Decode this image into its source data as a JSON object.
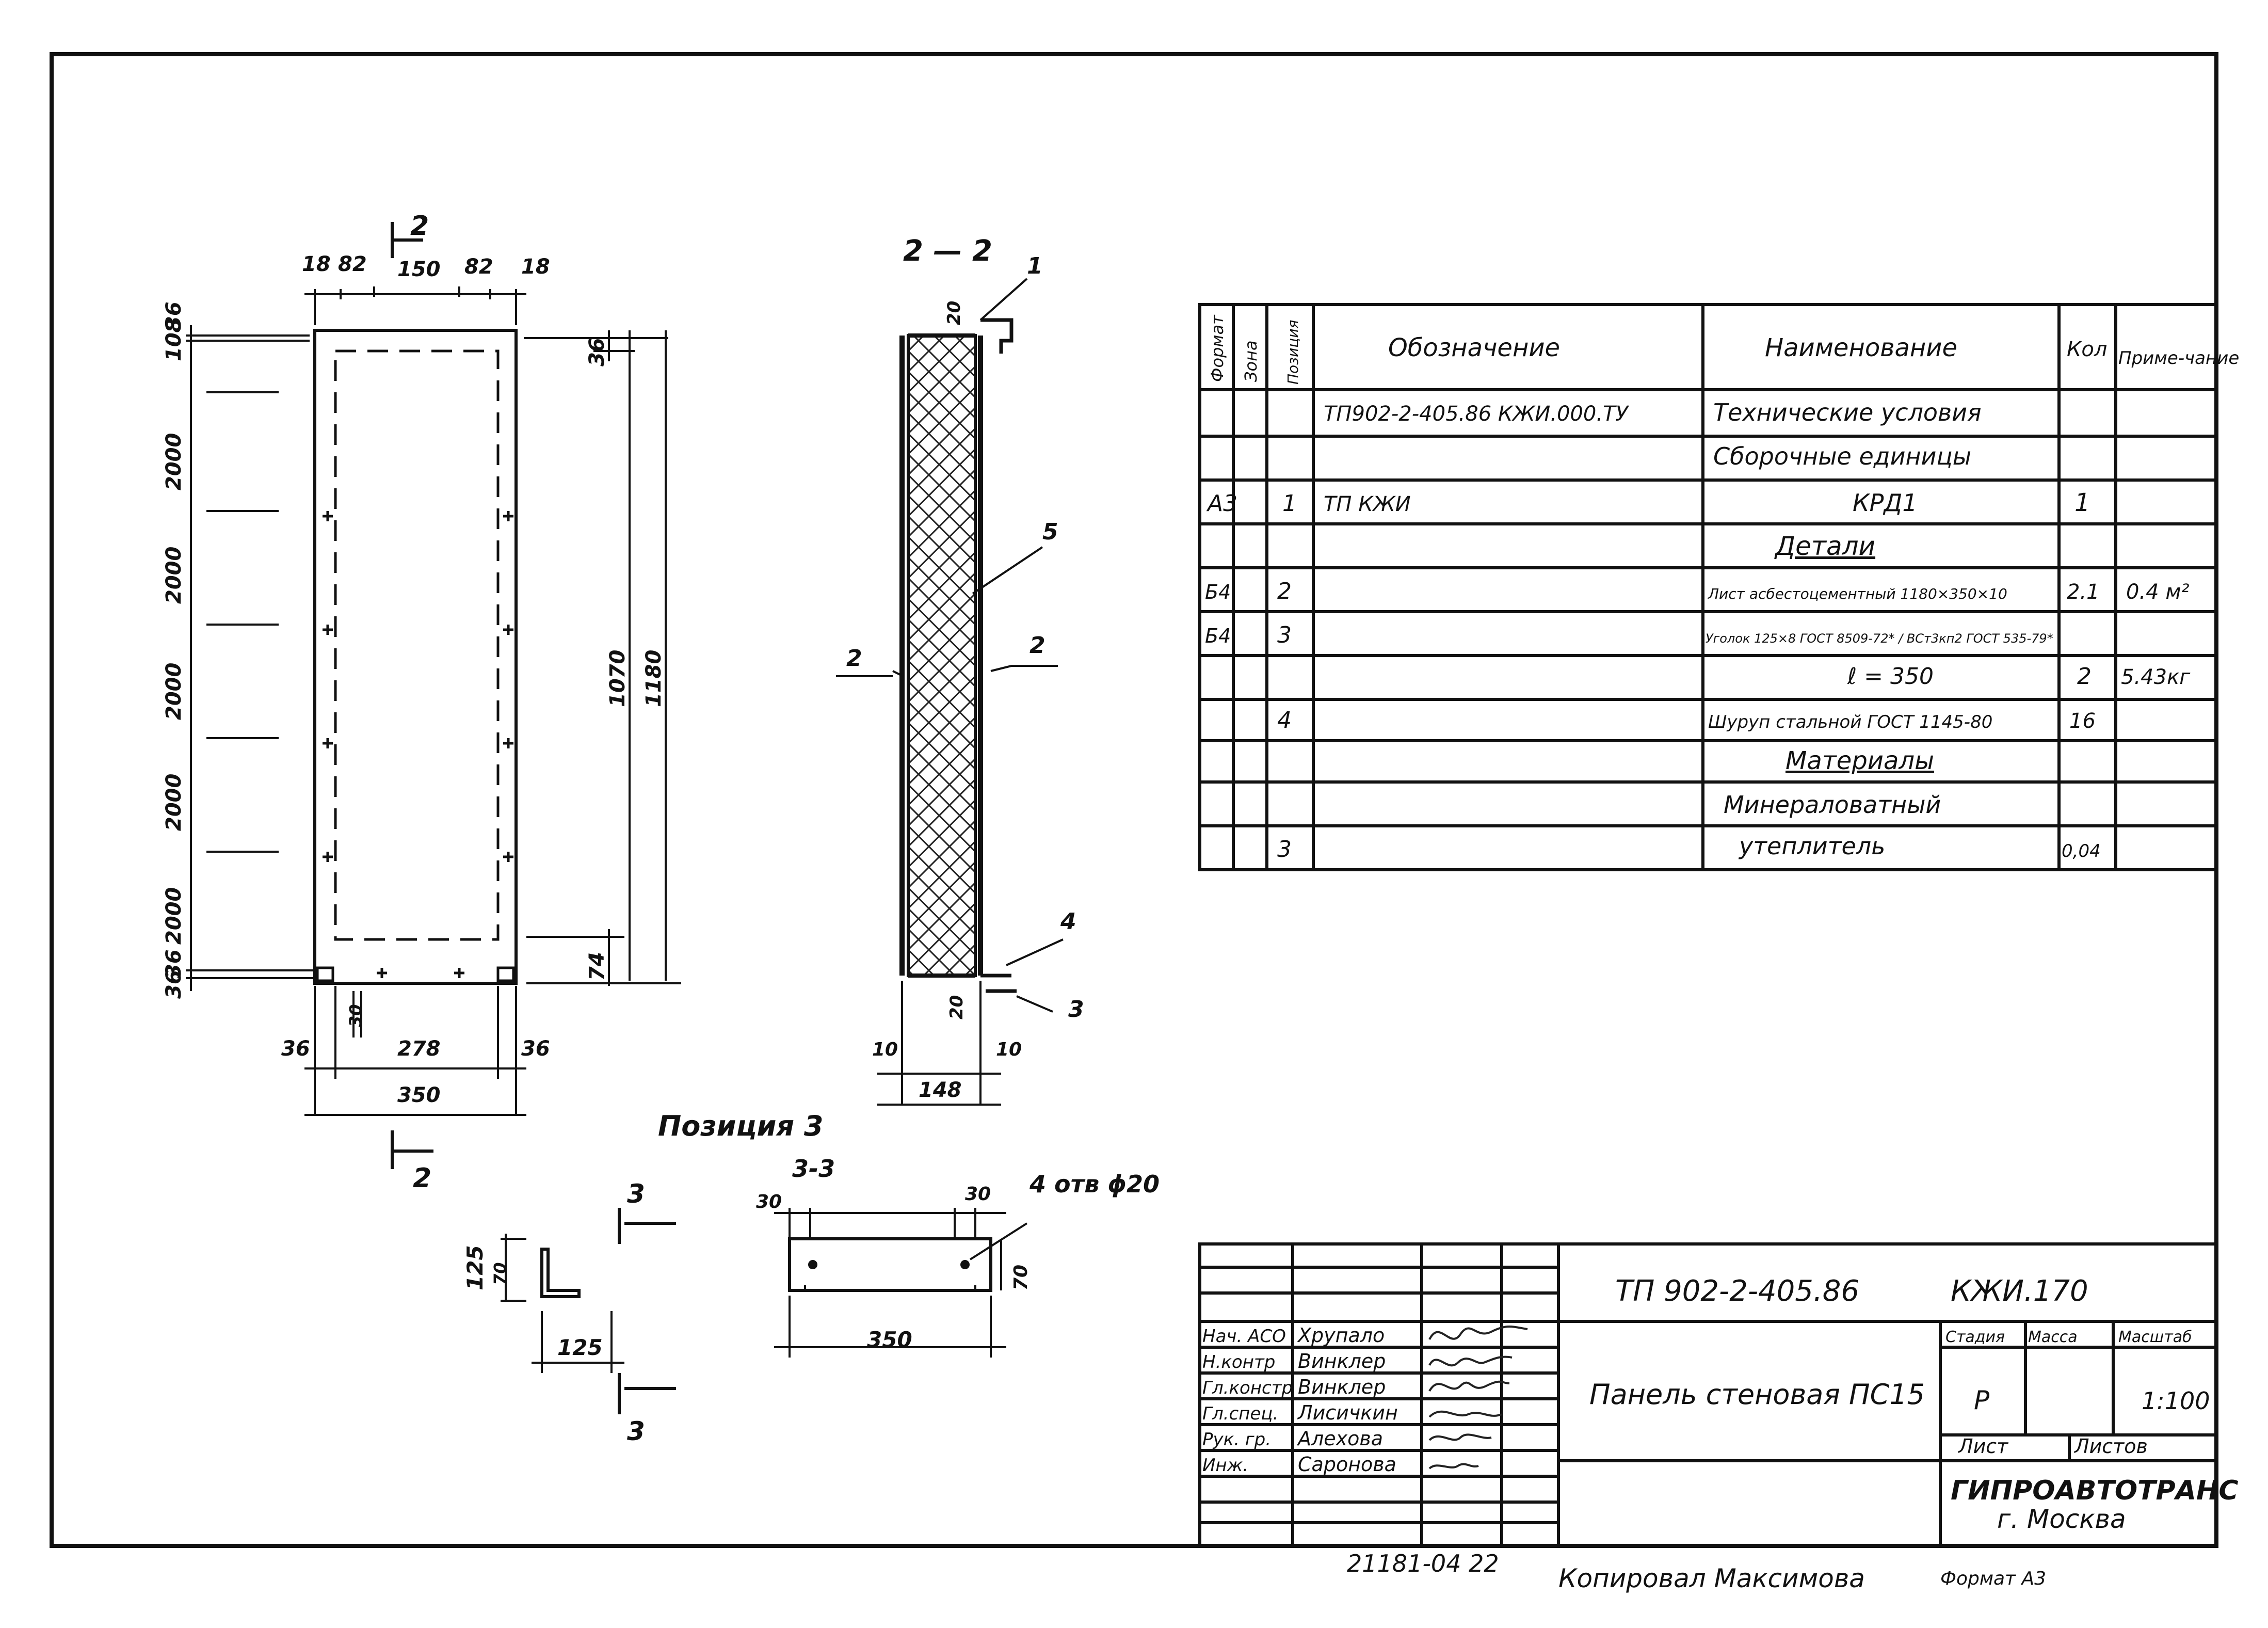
{
  "spec_table": {
    "headers": {
      "format": "Формат",
      "zone": "Зона",
      "position": "Позиция",
      "designation": "Обозначение",
      "name": "Наименование",
      "qty": "Кол",
      "note": "Приме-чание"
    },
    "rows": [
      {
        "format": "",
        "zone": "",
        "pos": "",
        "designation": "ТП902-2-405.86 КЖИ.000.ТУ",
        "name": "Технические условия",
        "qty": "",
        "note": ""
      },
      {
        "format": "",
        "zone": "",
        "pos": "",
        "designation": "",
        "name": "Сборочные единицы",
        "qty": "",
        "note": ""
      },
      {
        "format": "А3",
        "zone": "",
        "pos": "1",
        "designation": "ТП КЖИ",
        "name": "КРД1",
        "qty": "1",
        "note": ""
      },
      {
        "format": "",
        "zone": "",
        "pos": "",
        "designation": "",
        "name": "Детали",
        "qty": "",
        "note": ""
      },
      {
        "format": "Б4",
        "zone": "",
        "pos": "2",
        "designation": "",
        "name": "Лист асбестоцементный 1180×350×10",
        "qty": "2.1",
        "note": "0.4 м²"
      },
      {
        "format": "Б4",
        "zone": "",
        "pos": "3",
        "designation": "",
        "name": "Уголок 125×8 ГОСТ 8509-72* / ВСт3кп2 ГОСТ 535-79*",
        "qty": "",
        "note": ""
      },
      {
        "format": "",
        "zone": "",
        "pos": "",
        "designation": "",
        "name": "ℓ = 350",
        "qty": "2",
        "note": "5.43кг"
      },
      {
        "format": "",
        "zone": "",
        "pos": "4",
        "designation": "",
        "name": "Шуруп стальной ГОСТ 1145-80",
        "qty": "16",
        "note": ""
      },
      {
        "format": "",
        "zone": "",
        "pos": "",
        "designation": "",
        "name": "Материалы",
        "qty": "",
        "note": ""
      },
      {
        "format": "",
        "zone": "",
        "pos": "",
        "designation": "",
        "name": "Минераловатный",
        "qty": "",
        "note": ""
      },
      {
        "format": "",
        "zone": "",
        "pos": "3",
        "designation": "",
        "name": "утеплитель",
        "qty": "0,04",
        "note": ""
      }
    ]
  },
  "title_block": {
    "doc_code": "ТП 902-2-405.86",
    "doc_mark": "КЖИ.170",
    "title": "Панель стеновая ПС15",
    "stage_label": "Стадия",
    "mass_label": "Масса",
    "scale_label": "Масштаб",
    "stage": "Р",
    "scale": "1:100",
    "sheet_label": "Лист",
    "sheets_label": "Листов",
    "org_line1": "ГИПРОАВТОТРАНС",
    "org_line2": "г. Москва",
    "people": [
      {
        "role": "Нач. АСО",
        "name": "Хрупало"
      },
      {
        "role": "Н.контр",
        "name": "Винклер"
      },
      {
        "role": "Гл.констр",
        "name": "Винклер"
      },
      {
        "role": "Гл.спец.",
        "name": "Лисичкин"
      },
      {
        "role": "Рук. гр.",
        "name": "Алехова"
      },
      {
        "role": "Инж.",
        "name": "Саронова"
      }
    ]
  },
  "footer": {
    "inv_no": "21181-04 22",
    "copied": "Копировал Максимова",
    "format": "Формат А3"
  },
  "drawing": {
    "elevation": {
      "section_marker": "2",
      "top_dims": [
        "18",
        "82",
        "150",
        "82",
        "18"
      ],
      "left_dims": [
        "108",
        "36",
        "2000",
        "2000",
        "2000",
        "2000",
        "2000",
        "36",
        "36"
      ],
      "right_dims": [
        "36",
        "1070",
        "1180",
        "74"
      ],
      "bottom_dims": [
        "36",
        "278",
        "36",
        "350",
        "30"
      ]
    },
    "section_22": {
      "title": "2 — 2",
      "callouts": [
        "1",
        "5",
        "2",
        "2",
        "4",
        "3"
      ],
      "dims": [
        "20",
        "20",
        "10",
        "10",
        "148"
      ]
    },
    "position3": {
      "title": "Позиция 3",
      "section_title": "3-3",
      "angle_dims": [
        "125",
        "70",
        "125"
      ],
      "plan_dims": [
        "30",
        "30",
        "70",
        "350"
      ],
      "hole_note": "4 отв ϕ20",
      "marker": "3"
    }
  }
}
